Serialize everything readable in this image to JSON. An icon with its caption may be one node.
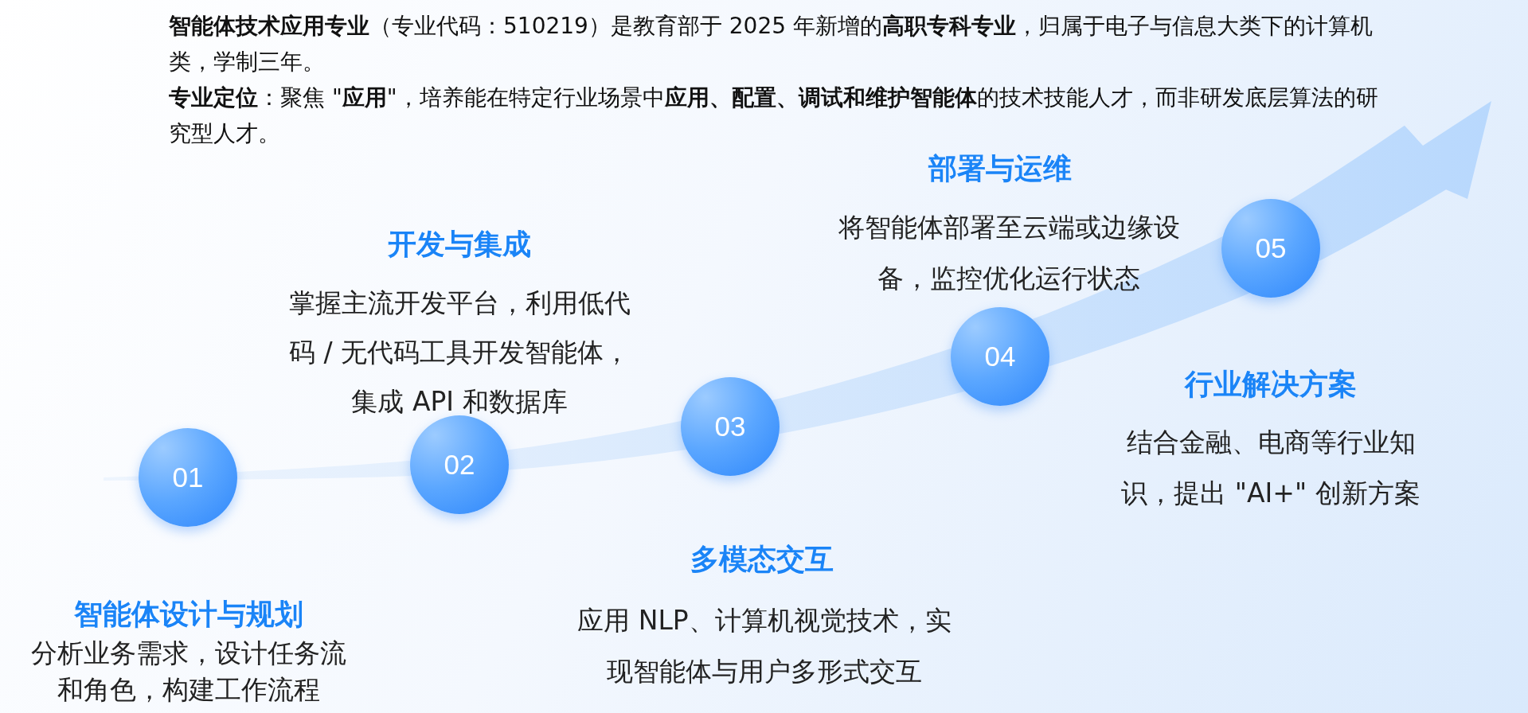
{
  "diagram": {
    "nodes": [
      {
        "text": [
          "01"
        ],
        "beside": [
          "智能体设计与规划",
          "分析业务需求，设计任务流和角色，构建工作流程"
        ]
      },
      {
        "text": [
          "02"
        ],
        "beside": [
          "开发与集成",
          "掌握主流开发平台，利用低代码 / 无代码工具开发智能体，集成 API 和数据库"
        ]
      },
      {
        "text": [
          "03"
        ],
        "beside": [
          "多模态交互",
          "应用 NLP、计算机视觉技术，实现智能体与用户多形式交互"
        ]
      },
      {
        "text": [
          "04"
        ],
        "beside": [
          "部署与运维",
          "将智能体部署至云端或边缘设备，监控优化运行状态"
        ]
      },
      {
        "text": [
          "05"
        ],
        "beside": [
          "行业解决方案",
          "结合金融、电商等行业知识，提出 \"AI+\" 创新方案"
        ]
      }
    ],
    "labels": [
      "**智能体技术应用专业**（专业代码：510219）是教育部于 2025 年新增的**高职专科专业**，归属于电子与信息大类下的计算机类，学制三年。",
      "**专业定位**：聚焦 \"**应用**\"，培养能在特定行业场景中**应用、配置、调试和维护智能体**的技术技能人才，而非研发底层算法的研究型人才。"
    ]
  }
}
